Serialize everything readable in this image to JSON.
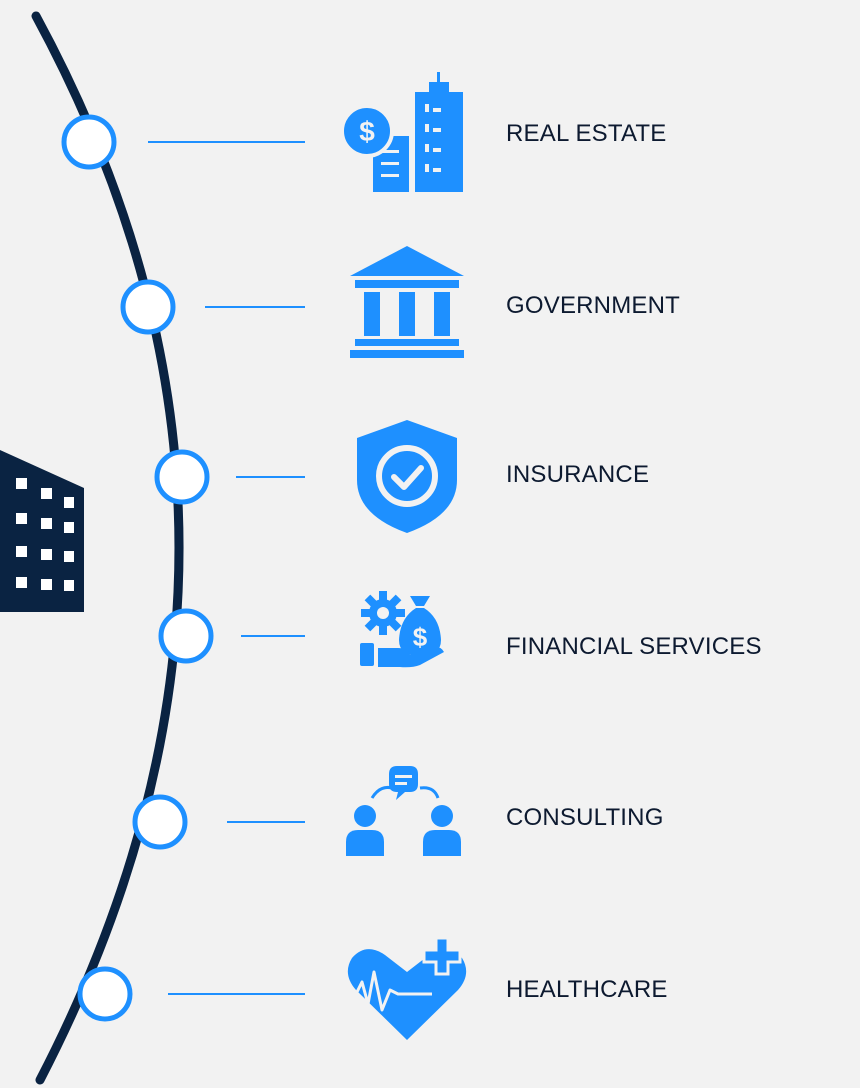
{
  "colors": {
    "background": "#f2f2f2",
    "accent": "#1e90ff",
    "dark": "#0a2342",
    "text": "#0d1a30"
  },
  "items": [
    {
      "label": "REAL ESTATE",
      "icon": "real-estate-icon"
    },
    {
      "label": "GOVERNMENT",
      "icon": "bank-building-icon"
    },
    {
      "label": "INSURANCE",
      "icon": "shield-check-icon"
    },
    {
      "label": "FINANCIAL SERVICES",
      "icon": "money-bag-hand-icon"
    },
    {
      "label": "CONSULTING",
      "icon": "consultation-people-icon"
    },
    {
      "label": "HEALTHCARE",
      "icon": "heart-health-icon"
    }
  ],
  "decor": {
    "icon": "office-building-icon"
  }
}
